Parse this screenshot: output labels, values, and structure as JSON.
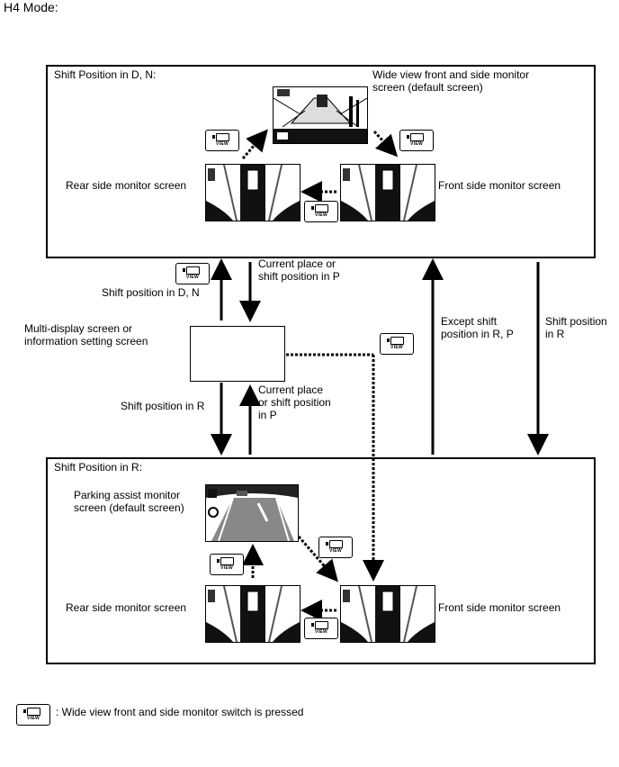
{
  "title": "H4 Mode:",
  "top_panel": {
    "label": "Shift Position in D, N:",
    "wide_view_label": "Wide view front and side monitor\nscreen (default screen)",
    "rear_label": "Rear side monitor screen",
    "front_label": "Front side monitor screen"
  },
  "bottom_panel": {
    "label": "Shift Position in R:",
    "parking_label": "Parking assist monitor\nscreen (default screen)",
    "rear_label": "Rear side monitor screen",
    "front_label": "Front side monitor screen"
  },
  "middle": {
    "multi_display_label": "Multi-display screen or\ninformation setting screen",
    "shift_dn": "Shift position in D, N",
    "current_place_p_top": "Current place or\nshift position in P",
    "shift_r_left": "Shift position in R",
    "current_place_p_bottom": "Current  place\nor shift position\nin P",
    "except_shift": "Except shift\nposition in R, P",
    "shift_r_right": "Shift position\nin R"
  },
  "button_label": "VIEW",
  "legend": ": Wide view front and side monitor switch is pressed"
}
